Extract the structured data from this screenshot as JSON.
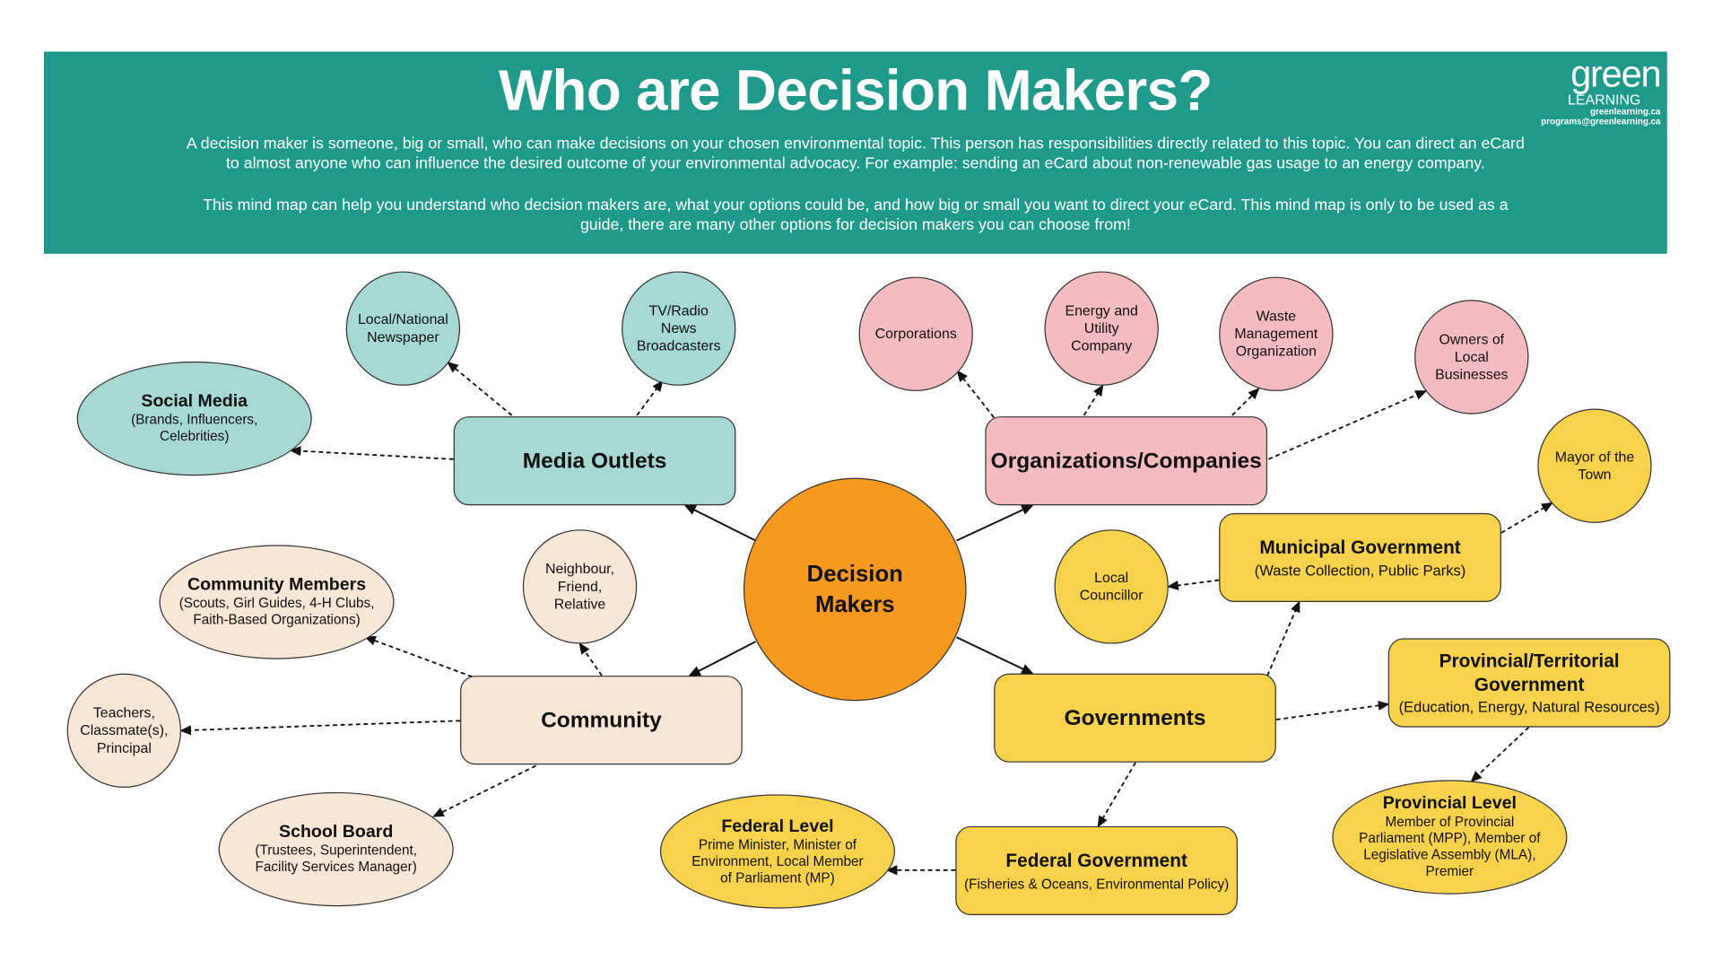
{
  "header": {
    "title": "Who are Decision Makers?",
    "paragraph1_line1": "A decision maker is someone, big or small, who can make decisions on your chosen environmental topic. This person has responsibilities directly related to this topic. You can direct an eCard",
    "paragraph1_line2": "to almost anyone who can influence the desired outcome of your environmental advocacy. For example: sending an eCard about non-renewable gas usage to an energy company.",
    "paragraph2_line1": "This mind map can help you understand who decision makers are, what your options could be, and how big or small you want to direct your eCard. This mind map is only to be used as a",
    "paragraph2_line2": "guide, there are many other options for decision makers you can choose from!",
    "logo": {
      "word": "green",
      "sub": "LEARNING",
      "site": "greenlearning.ca",
      "email": "programs@greenlearning.ca"
    }
  },
  "colors": {
    "header": "#1f9a8a",
    "media": "#a7d9d4",
    "organizations": "#f4bcc0",
    "community": "#f8e6d6",
    "governments": "#f7d24a",
    "center": "#f7991e"
  },
  "nodes": {
    "center": {
      "l1": "Decision",
      "l2": "Makers"
    },
    "media_outlets": "Media Outlets",
    "newspaper": {
      "l1": "Local/National",
      "l2": "Newspaper"
    },
    "tv_radio": {
      "l1": "TV/Radio",
      "l2": "News",
      "l3": "Broadcasters"
    },
    "social_media": {
      "title": "Social Media",
      "l1": "(Brands, Influencers,",
      "l2": "Celebrities)"
    },
    "organizations": "Organizations/Companies",
    "corporations": "Corporations",
    "energy": {
      "l1": "Energy and",
      "l2": "Utility",
      "l3": "Company"
    },
    "waste": {
      "l1": "Waste",
      "l2": "Management",
      "l3": "Organization"
    },
    "owners": {
      "l1": "Owners of",
      "l2": "Local",
      "l3": "Businesses"
    },
    "municipal": {
      "title": "Municipal Government",
      "sub": "(Waste Collection, Public Parks)"
    },
    "mayor": {
      "l1": "Mayor of the",
      "l2": "Town"
    },
    "councillor": {
      "l1": "Local",
      "l2": "Councillor"
    },
    "governments": "Governments",
    "provincial": {
      "l1": "Provincial/Territorial",
      "l2": "Government",
      "sub": "(Education, Energy, Natural Resources)"
    },
    "provincial_level": {
      "title": "Provincial Level",
      "l1": "Member of Provincial",
      "l2": "Parliament (MPP), Member of",
      "l3": "Legislative Assembly (MLA),",
      "l4": "Premier"
    },
    "federal": {
      "title": "Federal Government",
      "sub": "(Fisheries & Oceans, Environmental Policy)"
    },
    "federal_level": {
      "title": "Federal Level",
      "l1": "Prime Minister, Minister of",
      "l2": "Environment, Local Member",
      "l3": "of Parliament (MP)"
    },
    "community": "Community",
    "neighbour": {
      "l1": "Neighbour,",
      "l2": "Friend,",
      "l3": "Relative"
    },
    "community_members": {
      "title": "Community Members",
      "l1": "(Scouts, Girl Guides, 4-H Clubs,",
      "l2": "Faith-Based Organizations)"
    },
    "teachers": {
      "l1": "Teachers,",
      "l2": "Classmate(s),",
      "l3": "Principal"
    },
    "school_board": {
      "title": "School Board",
      "l1": "(Trustees, Superintendent,",
      "l2": "Facility Services Manager)"
    }
  }
}
